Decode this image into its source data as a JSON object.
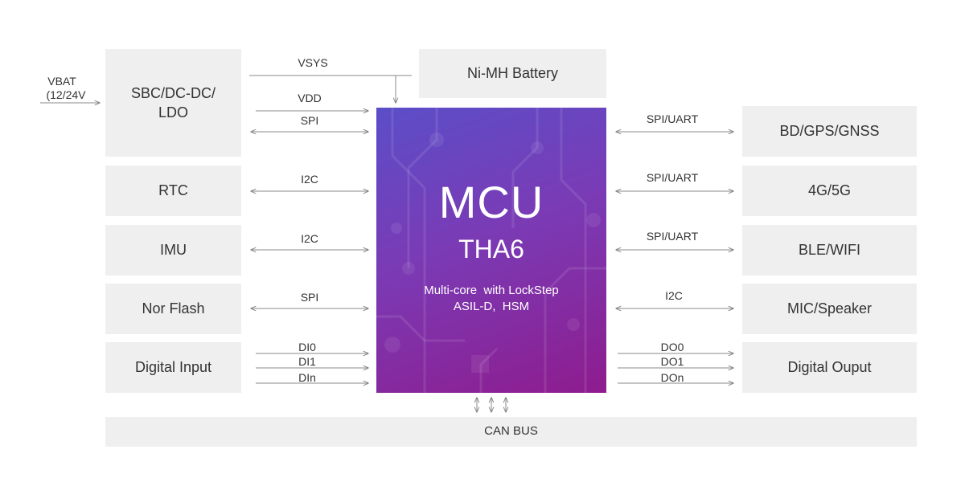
{
  "blocks": {
    "sbc": "SBC/DC-DC/\nLDO",
    "battery": "Ni-MH Battery",
    "rtc": "RTC",
    "imu": "IMU",
    "nor_flash": "Nor Flash",
    "digital_input": "Digital Input",
    "gnss": "BD/GPS/GNSS",
    "cellular": "4G/5G",
    "ble_wifi": "BLE/WIFI",
    "mic_speaker": "MIC/Speaker",
    "digital_output": "Digital Ouput",
    "can_bus": "CAN BUS"
  },
  "mcu": {
    "title": "MCU",
    "model": "THA6",
    "desc_line1": "Multi-core  with LockStep",
    "desc_line2": "ASIL-D,  HSM"
  },
  "signals": {
    "vbat": "VBAT",
    "vbat_range": "(12/24V",
    "vsys": "VSYS",
    "vdd": "VDD",
    "spi_power": "SPI",
    "i2c_rtc": "I2C",
    "i2c_imu": "I2C",
    "spi_flash": "SPI",
    "di0": "DI0",
    "di1": "DI1",
    "din": "DIn",
    "uart_gnss": "SPI/UART",
    "uart_cell": "SPI/UART",
    "uart_ble": "SPI/UART",
    "i2c_mic": "I2C",
    "do0": "DO0",
    "do1": "DO1",
    "don": "DOn"
  },
  "colors": {
    "block_bg": "#efefef",
    "line": "#888888",
    "mcu_gradient_start": "#5b4ec8",
    "mcu_gradient_end": "#8e1c8e"
  }
}
